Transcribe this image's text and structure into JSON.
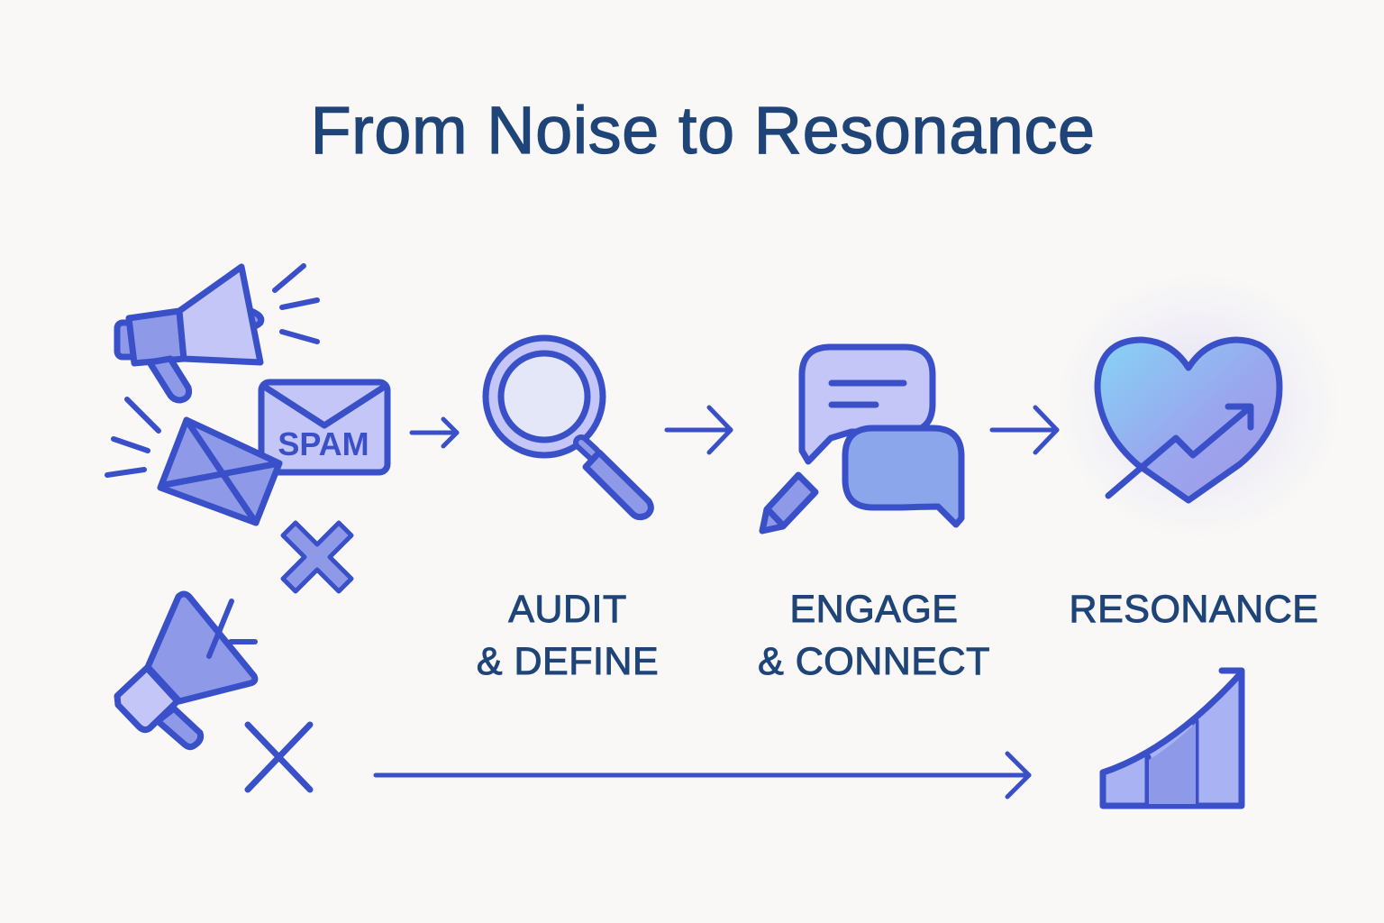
{
  "title": "From Noise to Resonance",
  "colors": {
    "background": "#f9f8f6",
    "title_text": "#1f4478",
    "stroke": "#3a50c8",
    "fill_light": "#c3c6f7",
    "fill_mid": "#8e9ae8",
    "fill_pale": "#e3e7f8",
    "heart_gradient_start": "#86d3f5",
    "heart_gradient_end": "#9c98e8"
  },
  "noise_cluster": {
    "envelope_label": "SPAM",
    "icons": [
      "megaphone-icon",
      "envelope-icon",
      "spam-envelope-icon",
      "x-mark-icon",
      "megaphone-icon",
      "x-mark-icon"
    ]
  },
  "steps": [
    {
      "id": "audit",
      "icon": "magnifying-glass-icon",
      "line1": "AUDIT",
      "line2": "& DEFINE"
    },
    {
      "id": "engage",
      "icon": "chat-bubbles-pencil-icon",
      "line1": "ENGAGE",
      "line2": "& CONNECT"
    },
    {
      "id": "resonance",
      "icon": "heart-growth-icon",
      "line1": "RESONANCE",
      "line2": ""
    }
  ],
  "outcome": {
    "icon": "growth-bars-icon"
  }
}
